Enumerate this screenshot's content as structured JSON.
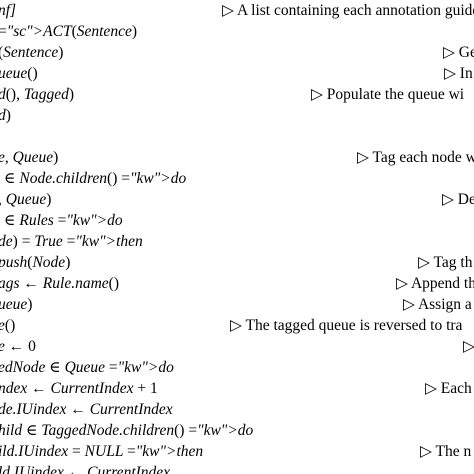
{
  "algorithm": {
    "lines": [
      {
        "code": "nf]",
        "comment": "▷ A list containing each annotation guideli"
      },
      {
        "code": "ACT(Sentence)",
        "comment": ""
      },
      {
        "code": "(Sentence)",
        "comment": "▷ Ge"
      },
      {
        "code": "ueue()",
        "comment": "▷ In"
      },
      {
        "code": "d(), Tagged)",
        "comment": "▷ Populate the queue wi"
      },
      {
        "code": "d)",
        "comment": ""
      },
      {
        "code": "",
        "comment": ""
      },
      {
        "code": "e, Queue)",
        "comment": "▷ Tag each node w"
      },
      {
        "code": "∈ Node.children() do",
        "comment": ""
      },
      {
        "code": ", Queue)",
        "comment": "▷ De"
      },
      {
        "code": "∈ Rules do",
        "comment": ""
      },
      {
        "code": "de) = True then",
        "comment": ""
      },
      {
        "code": "push(Node)",
        "comment": "▷ Tag th"
      },
      {
        "code": "ags ← Rule.name()",
        "comment": "▷ Append th"
      },
      {
        "code": "ueue)",
        "comment": "▷ Assign a"
      },
      {
        "code": "e()",
        "comment": "▷ The tagged queue is reversed to tra"
      },
      {
        "code": "e ← 0",
        "comment": "▷"
      },
      {
        "code": "edNode ∈ Queue do",
        "comment": ""
      },
      {
        "code": "ndex ← CurrentIndex + 1",
        "comment": "▷ Each"
      },
      {
        "code": "de.IUindex ← CurrentIndex",
        "comment": ""
      },
      {
        "code": "hild ∈ TaggedNode.children() do",
        "comment": ""
      },
      {
        "code": "ild.IUindex = NULL then",
        "comment": "▷ The n"
      },
      {
        "code": "ld.IUindex ← CurrentIndex",
        "comment": ""
      }
    ]
  }
}
